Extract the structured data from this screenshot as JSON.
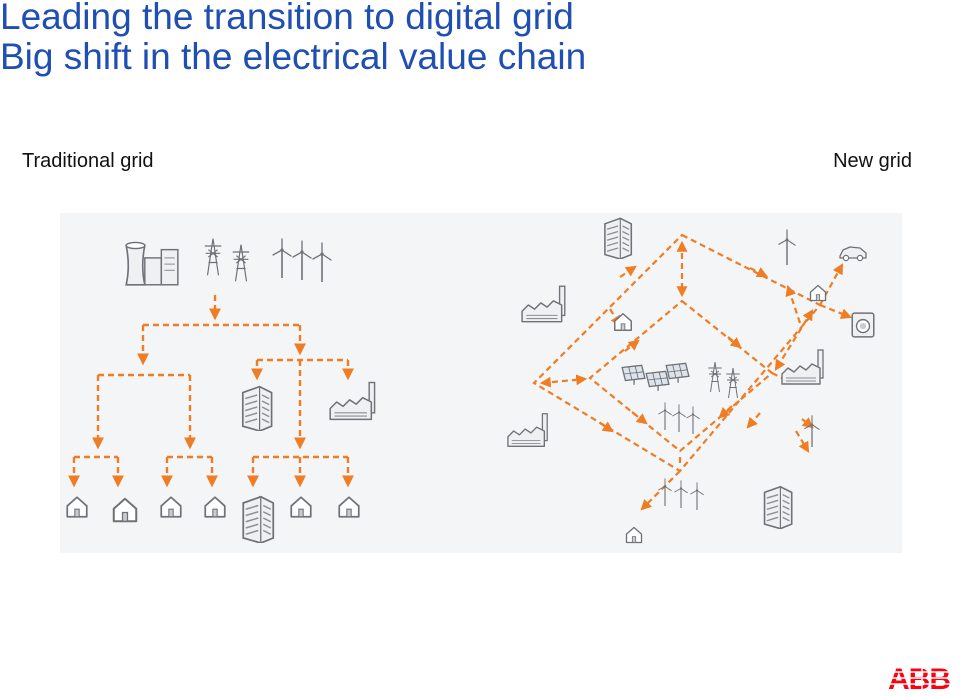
{
  "slide": {
    "title": "Leading the transition to digital grid",
    "subtitle": "Big shift in the electrical value chain"
  },
  "panels": {
    "left_label": "Traditional grid",
    "right_label": "New grid"
  },
  "brand": {
    "logo_text": "ABB",
    "color": "#ff000f"
  },
  "colors": {
    "title": "#1f4fb3",
    "arrow": "#ef7d23",
    "icon_stroke": "#6e7278"
  },
  "traditional_grid": {
    "sources": [
      "power-plant-icon",
      "pylon-icon",
      "pylon-icon",
      "wind-turbine-icon",
      "wind-turbine-icon",
      "wind-turbine-icon"
    ],
    "consumers": [
      "house-icon",
      "house-icon",
      "house-icon",
      "house-icon",
      "office-building-icon",
      "house-icon",
      "house-icon",
      "office-building-icon",
      "factory-icon"
    ]
  },
  "new_grid": {
    "nodes": [
      "office-building-icon",
      "factory-icon",
      "factory-icon",
      "factory-icon",
      "solar-panel-icon",
      "wind-turbine-icon",
      "pylon-icon",
      "house-icon",
      "house-icon",
      "house-icon",
      "electric-car-icon",
      "washing-machine-icon",
      "office-building-icon"
    ]
  }
}
